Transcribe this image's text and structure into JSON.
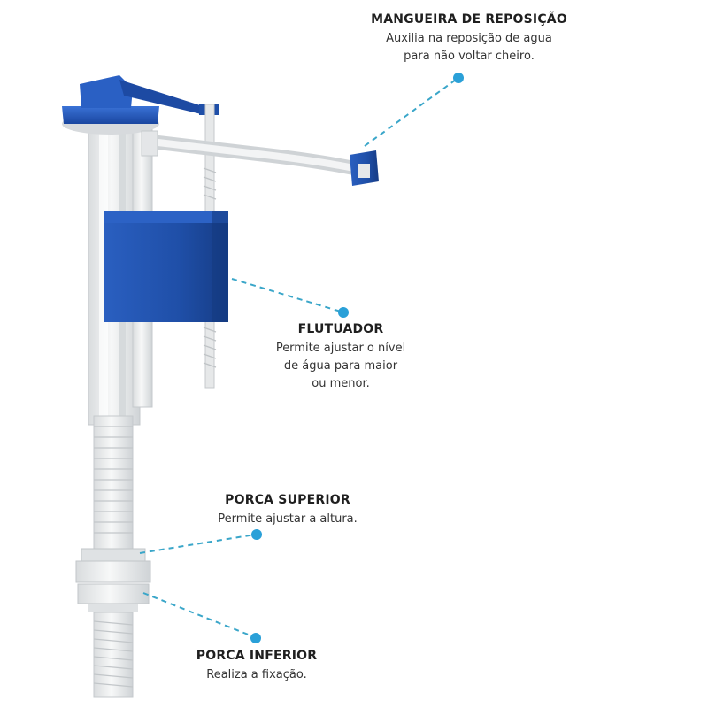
{
  "callouts": {
    "mangueira": {
      "title": "MANGUEIRA DE REPOSIÇÃO",
      "line1": "Auxilia na reposição de agua",
      "line2": "para não voltar cheiro."
    },
    "flutuador": {
      "title": "FLUTUADOR",
      "line1": "Permite ajustar o nível",
      "line2": "de água para maior",
      "line3": "ou menor."
    },
    "porca_superior": {
      "title": "PORCA SUPERIOR",
      "line1": "Permite ajustar a altura."
    },
    "porca_inferior": {
      "title": "PORCA INFERIOR",
      "line1": "Realiza a fixação."
    }
  },
  "colors": {
    "accent_blue": "#1f4fa8",
    "leader_line": "#3aa6c9",
    "dot": "#2aa0d8",
    "plastic_white": "#eceeef"
  }
}
